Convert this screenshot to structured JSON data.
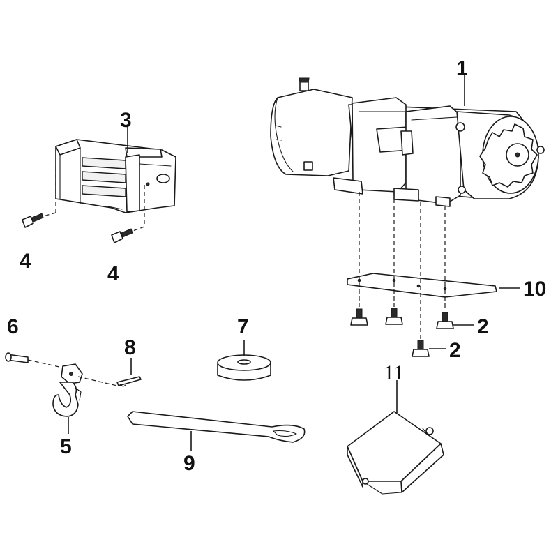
{
  "diagram": {
    "callouts": {
      "c1": "1",
      "c2a": "2",
      "c2b": "2",
      "c3": "3",
      "c4a": "4",
      "c4b": "4",
      "c5": "5",
      "c6": "6",
      "c7": "7",
      "c8": "8",
      "c9": "9",
      "c10": "10",
      "c11": "11"
    }
  }
}
